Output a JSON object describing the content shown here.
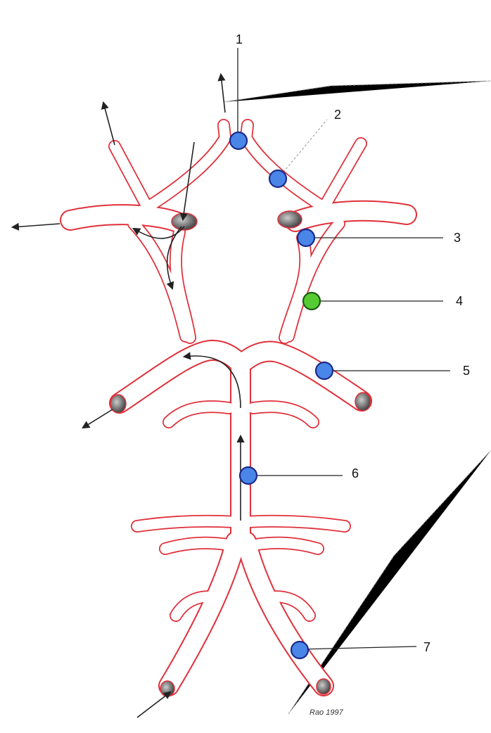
{
  "labels": {
    "l1": "1",
    "l2": "2",
    "l3": "3",
    "l4": "4",
    "l5": "5",
    "l6": "6",
    "l7": "7"
  },
  "signature": "Rao 1997",
  "colors": {
    "vessel_outline": "#e0303a",
    "marker_blue": "#4a86e8",
    "marker_green": "#55cc33",
    "marker_outline": "#1a2a8a"
  }
}
